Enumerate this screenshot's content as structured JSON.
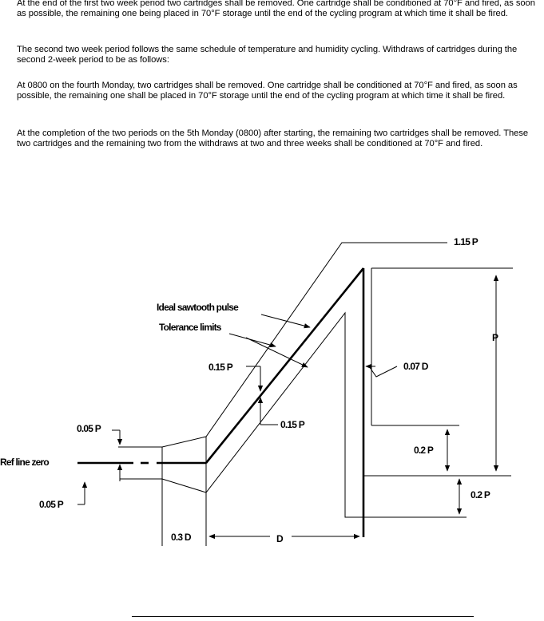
{
  "text": {
    "paragraphs": [
      "At the end of the first two week period two cartridges shall be removed. One cartridge shall be conditioned at 70°F and fired, as soon as possible, the remaining one being placed in 70°F storage until the end of the cycling program at which time it shall be fired.",
      "The second two week period follows the same schedule of temperature and humidity cycling. Withdraws of cartridges during the second 2-week period to be as follows:",
      "At 0800 on the fourth Monday, two cartridges shall be removed. One cartridge shall be conditioned at 70°F and fired, as soon as possible, the remaining one shall be placed in 70°F storage until the end of the cycling program at which time it shall be fired.",
      "At the completion of the two periods on the 5th Monday (0800) after starting, the remaining two cartridges shall be removed. These two cartridges and the remaining two from the withdraws at two and three weeks shall be conditioned at 70°F and fired."
    ]
  },
  "figure": {
    "labels": {
      "upper_limit": "1.15 P",
      "ideal_pulse": "Ideal sawtooth pulse",
      "tolerance": "Tolerance limits",
      "peak": "P",
      "fall_time": "0.07 D",
      "tol_upper": "0.15 P",
      "tol_lower": "0.15 P",
      "start_upper": "0.05 P",
      "start_lower": "0.05 P",
      "ref_zero": "Ref line zero",
      "band_upper": "0.2 P",
      "band_lower": "0.2 P",
      "pre_duration": "0.3 D",
      "duration": "D"
    }
  }
}
